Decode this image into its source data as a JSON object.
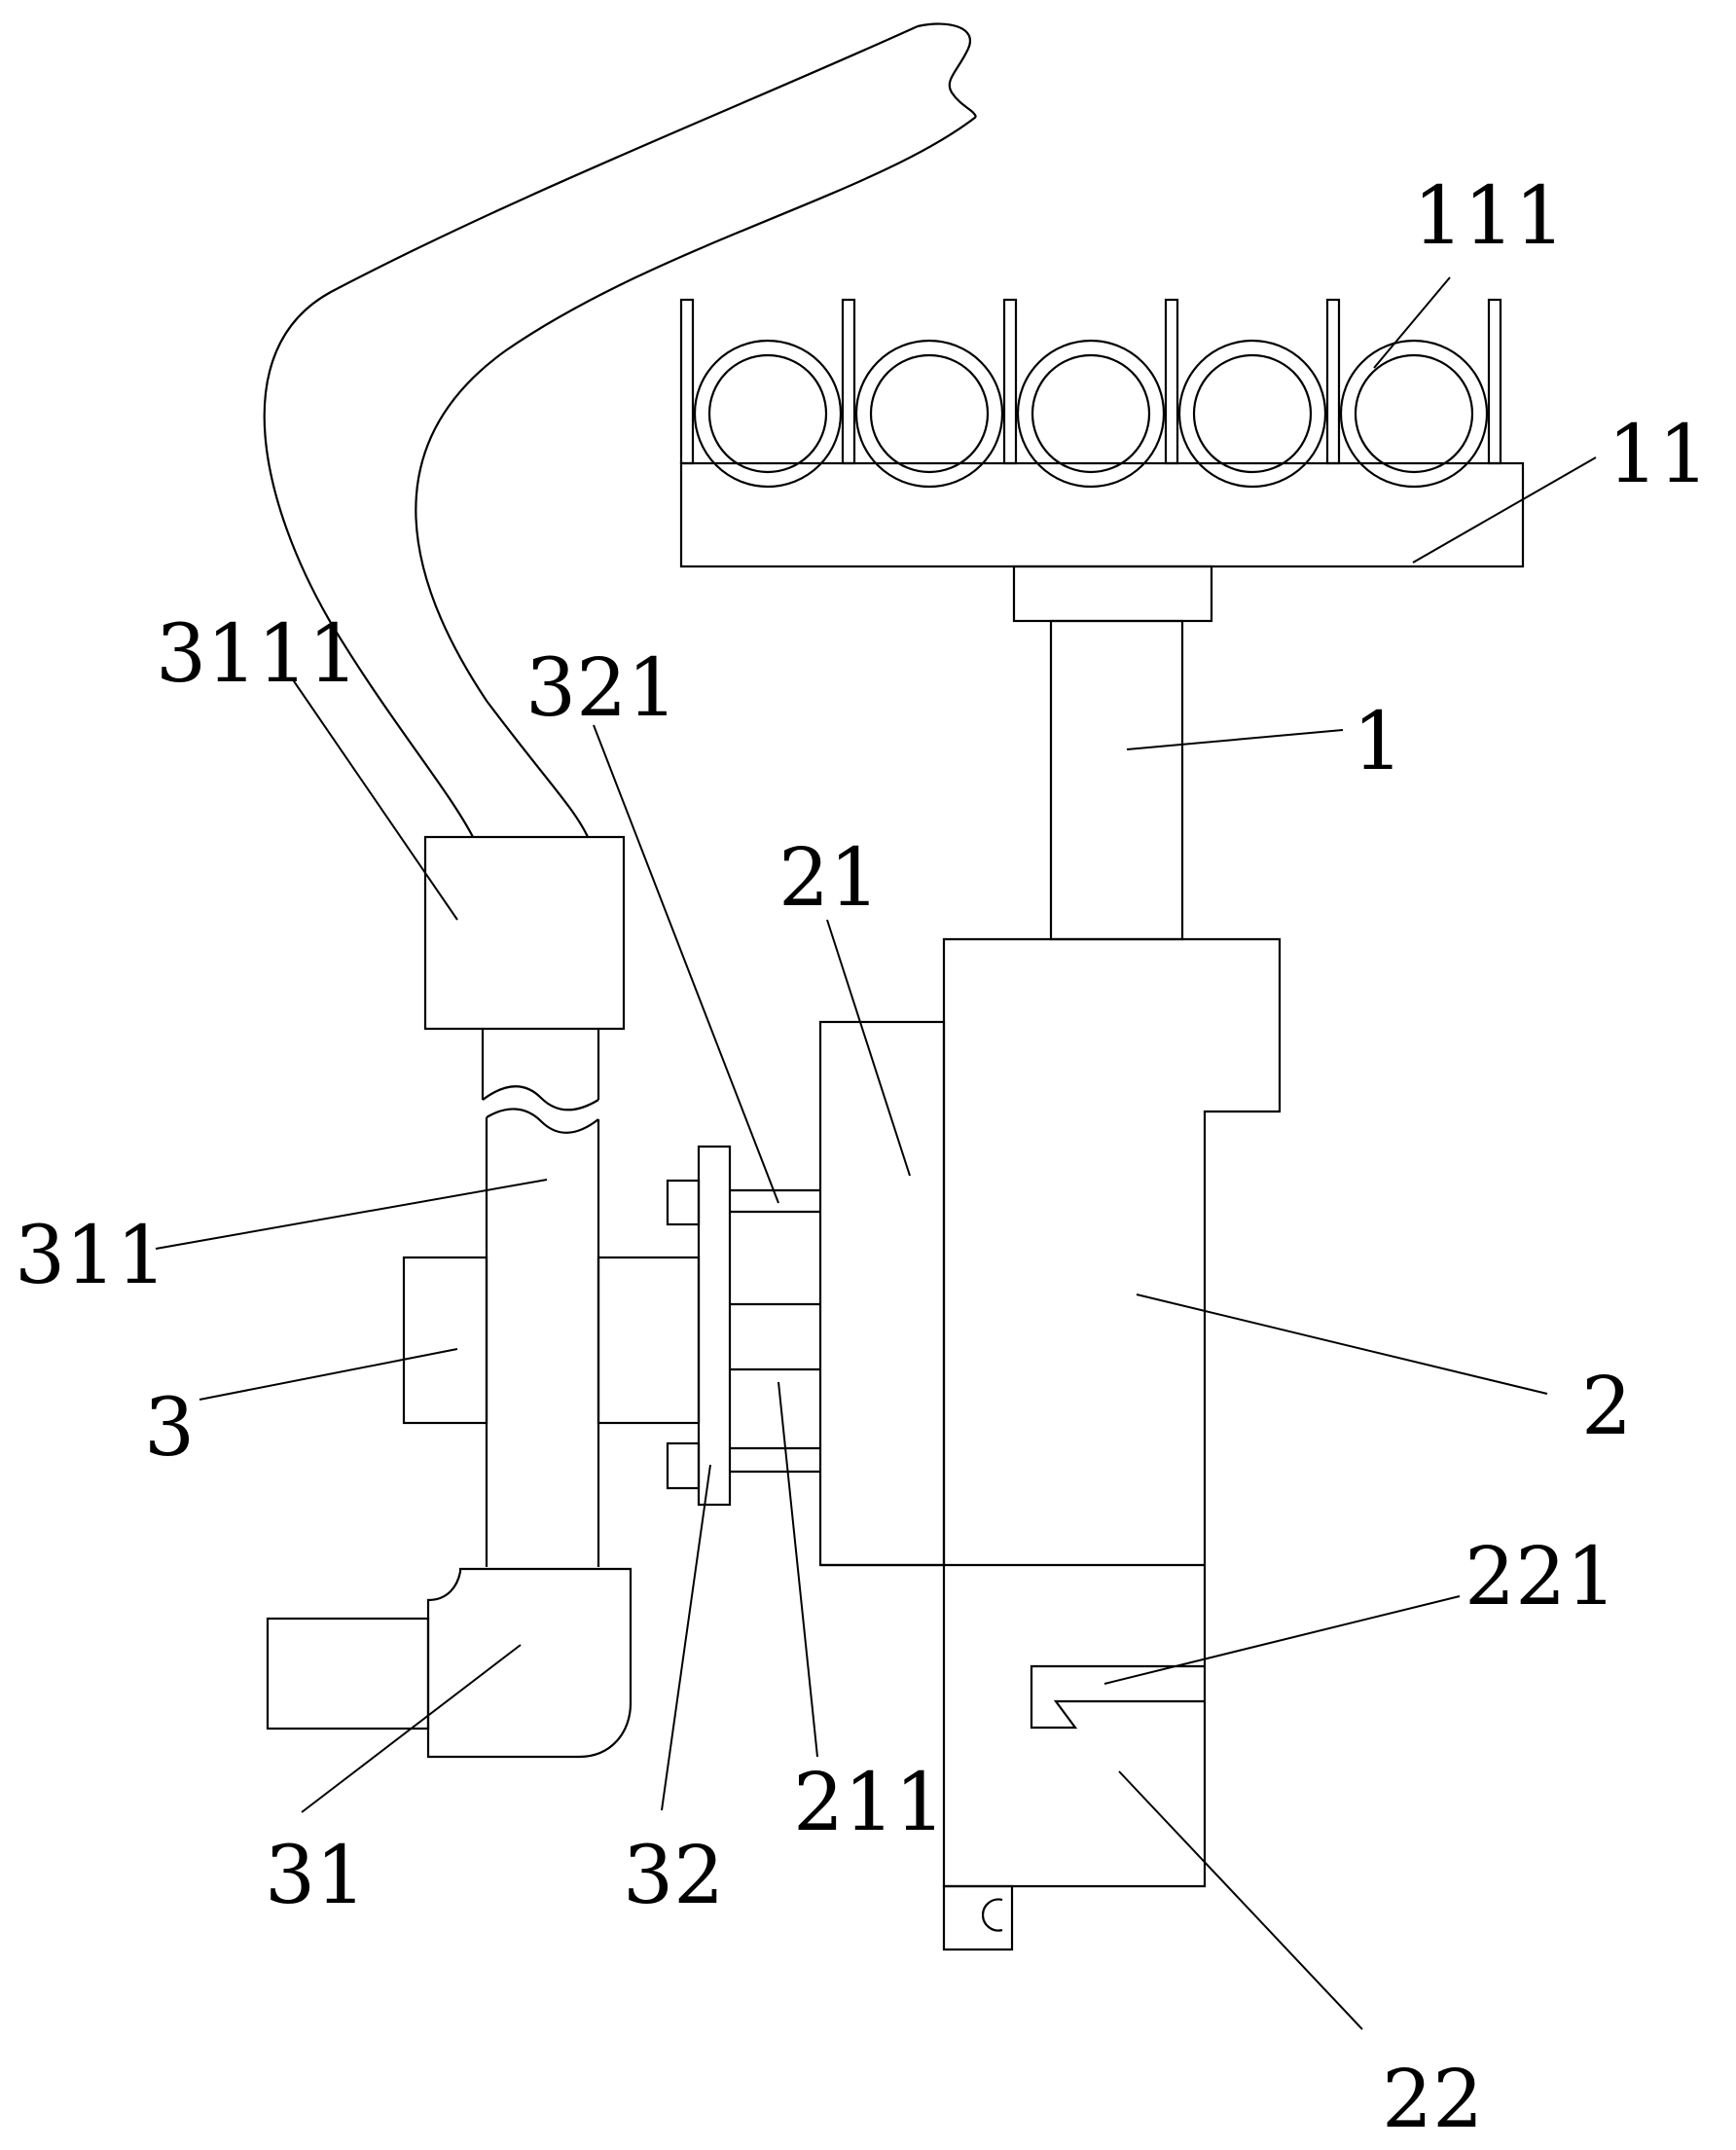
{
  "labels": {
    "n111": "111",
    "n11": "11",
    "n3111": "3111",
    "n321": "321",
    "n1": "1",
    "n21": "21",
    "n311": "311",
    "n2": "2",
    "n3": "3",
    "n221": "221",
    "n211": "211",
    "n31": "31",
    "n32": "32",
    "n22": "22"
  }
}
